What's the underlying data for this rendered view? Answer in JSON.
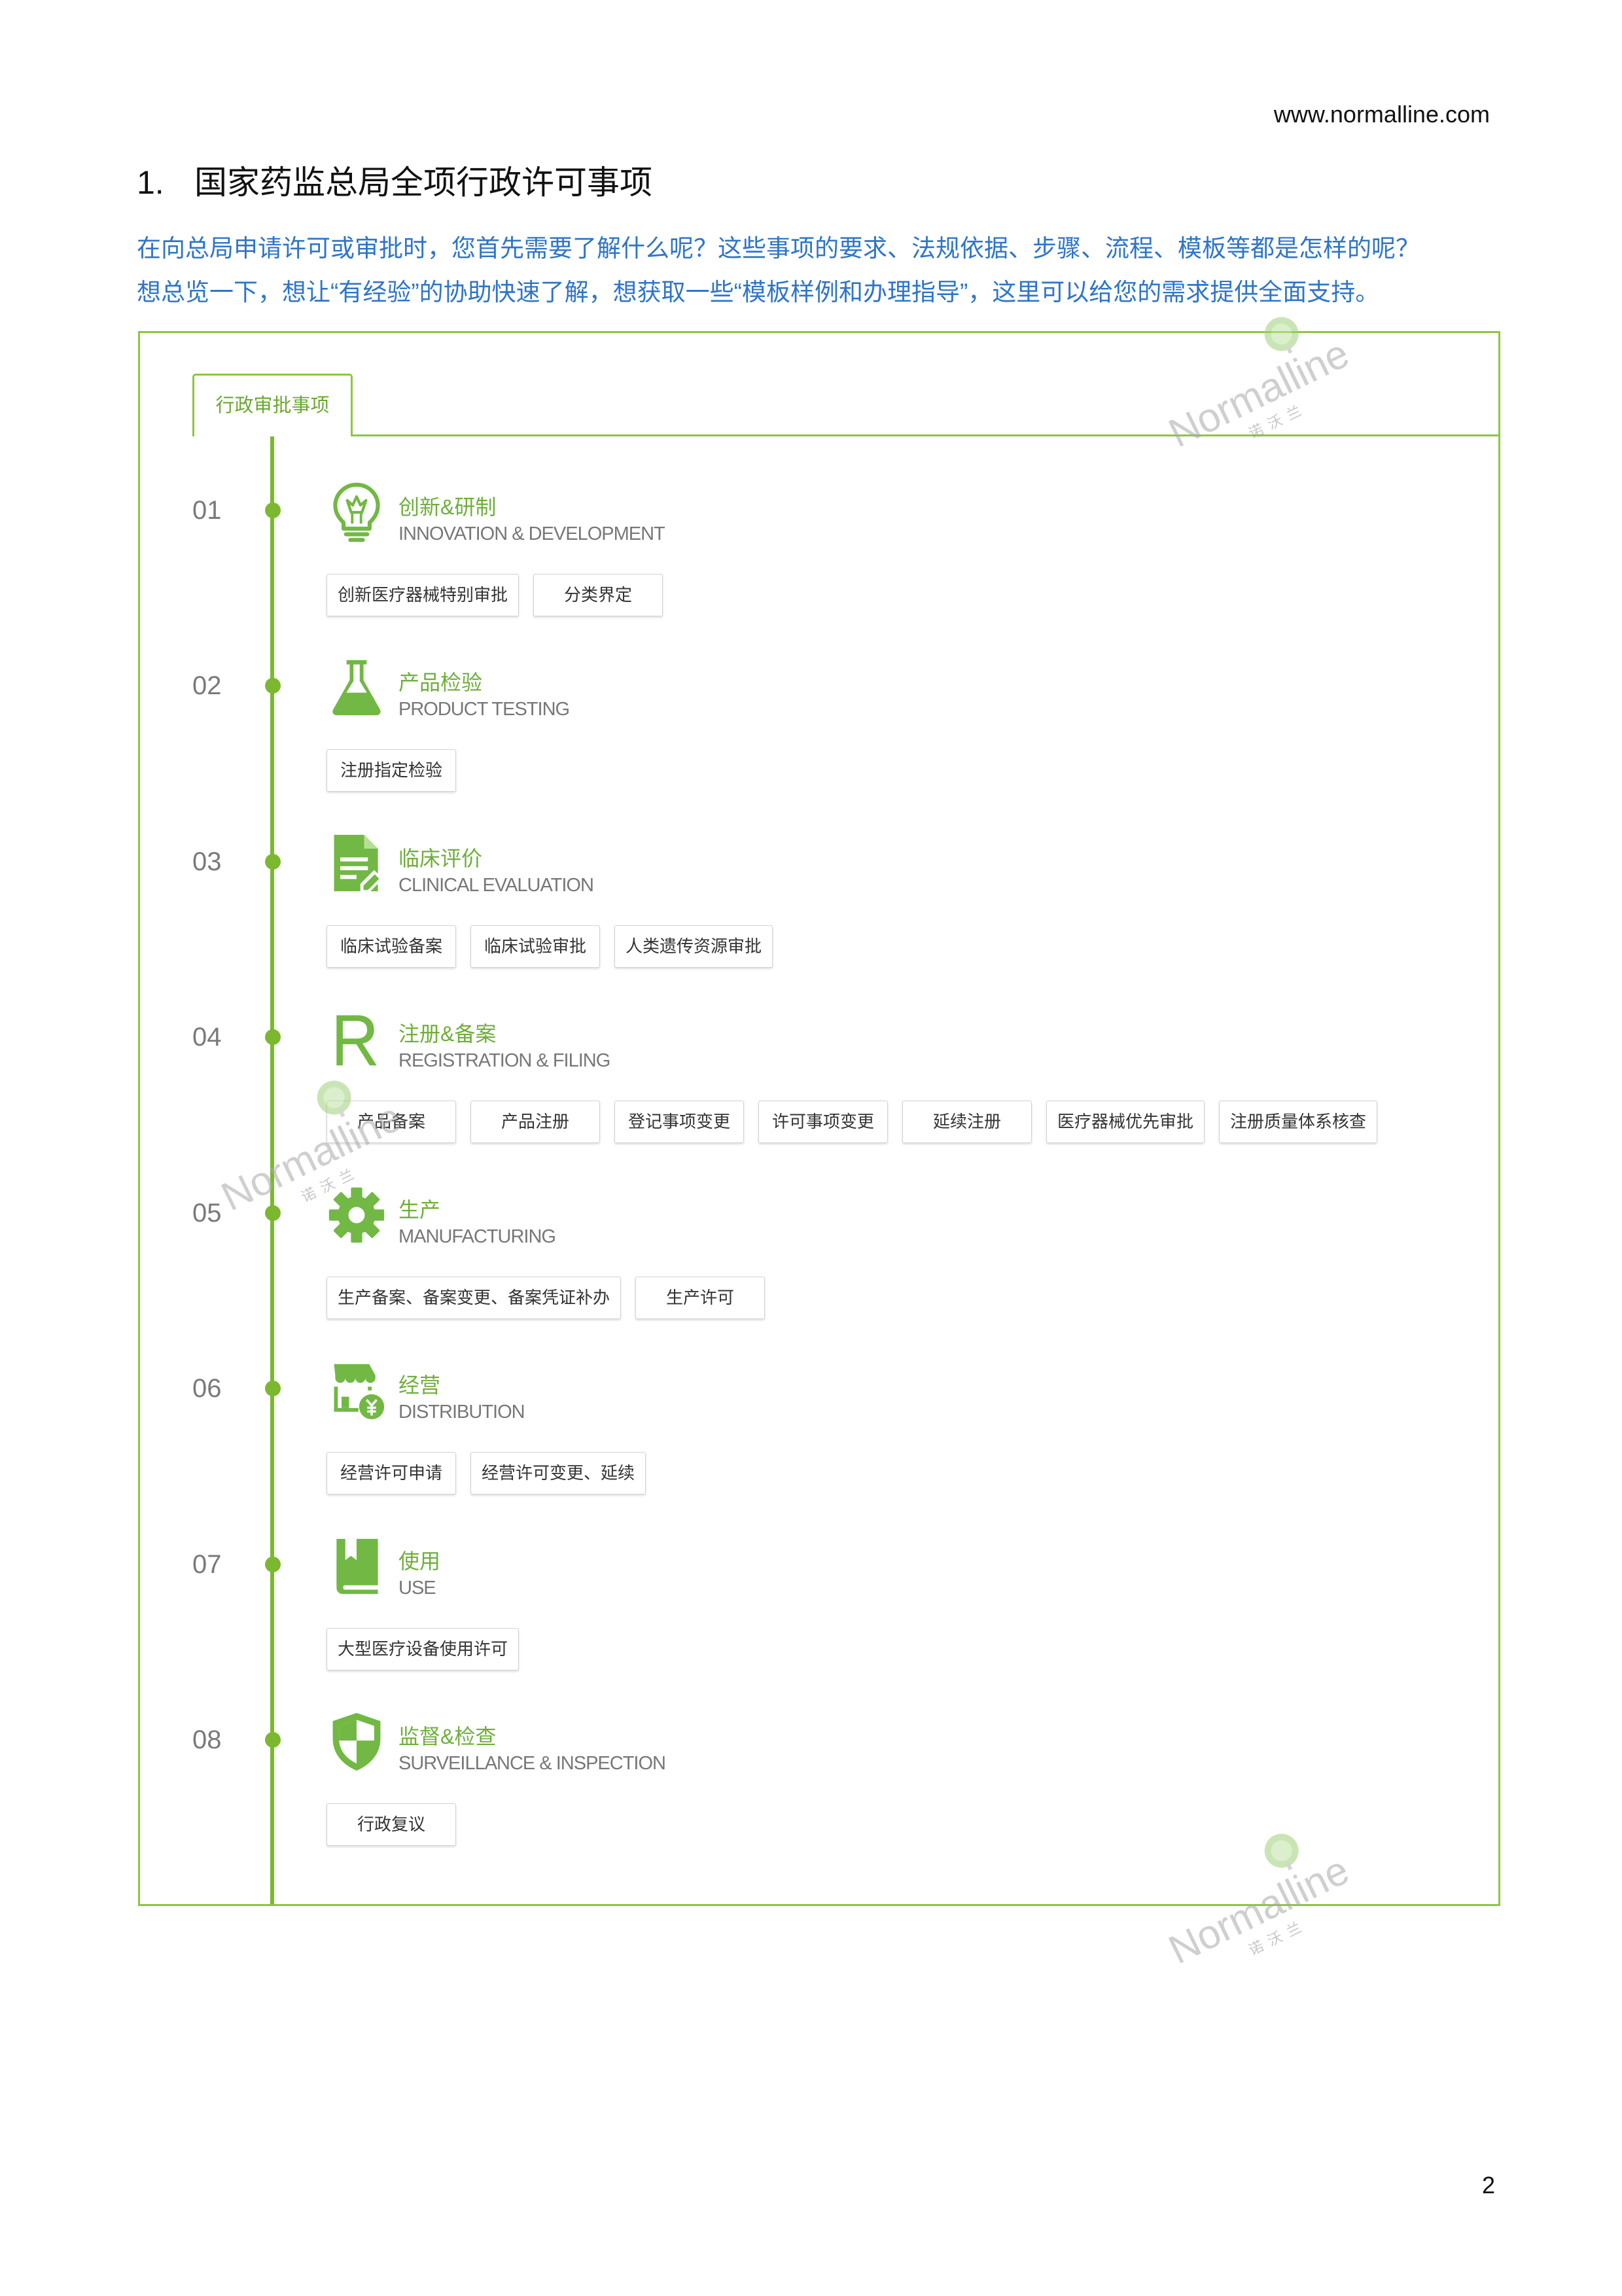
{
  "header": {
    "url": "www.normalline.com"
  },
  "section": {
    "number": "1.",
    "title": "国家药监总局全项行政许可事项",
    "intro": [
      "在向总局申请许可或审批时，您首先需要了解什么呢？这些事项的要求、法规依据、步骤、流程、模板等都是怎样的呢？",
      "想总览一下，想让“有经验”的协助快速了解，想获取一些“模板样例和办理指导”，这里可以给您的需求提供全面支持。"
    ]
  },
  "panel": {
    "tab_label": "行政审批事项",
    "steps": [
      {
        "num": "01",
        "title_cn": "创新&研制",
        "title_en": "INNOVATION & DEVELOPMENT",
        "icon": "lightbulb-icon",
        "items": [
          "创新医疗器械特别审批",
          "分类界定"
        ]
      },
      {
        "num": "02",
        "title_cn": "产品检验",
        "title_en": "PRODUCT TESTING",
        "icon": "flask-icon",
        "items": [
          "注册指定检验"
        ]
      },
      {
        "num": "03",
        "title_cn": "临床评价",
        "title_en": "CLINICAL EVALUATION",
        "icon": "document-pencil-icon",
        "items": [
          "临床试验备案",
          "临床试验审批",
          "人类遗传资源审批"
        ]
      },
      {
        "num": "04",
        "title_cn": "注册&备案",
        "title_en": "REGISTRATION & FILING",
        "icon": "letter-r-icon",
        "items": [
          "产品备案",
          "产品注册",
          "登记事项变更",
          "许可事项变更",
          "延续注册",
          "医疗器械优先审批",
          "注册质量体系核查"
        ]
      },
      {
        "num": "05",
        "title_cn": "生产",
        "title_en": "MANUFACTURING",
        "icon": "gear-icon",
        "items": [
          "生产备案、备案变更、备案凭证补办",
          "生产许可"
        ]
      },
      {
        "num": "06",
        "title_cn": "经营",
        "title_en": "DISTRIBUTION",
        "icon": "shop-yuan-icon",
        "items": [
          "经营许可申请",
          "经营许可变更、延续"
        ]
      },
      {
        "num": "07",
        "title_cn": "使用",
        "title_en": "USE",
        "icon": "book-icon",
        "items": [
          "大型医疗设备使用许可"
        ]
      },
      {
        "num": "08",
        "title_cn": "监督&检查",
        "title_en": "SURVEILLANCE & INSPECTION",
        "icon": "shield-icon",
        "items": [
          "行政复议"
        ]
      }
    ]
  },
  "watermark": {
    "brand": "Normalline",
    "brand_cn": "诺沃兰"
  },
  "footer": {
    "page_number": "2"
  },
  "colors": {
    "accent_green": "#8dc63f",
    "title_green": "#6eaf3a",
    "icon_green": "#72b844",
    "intro_blue": "#2e75c8"
  }
}
